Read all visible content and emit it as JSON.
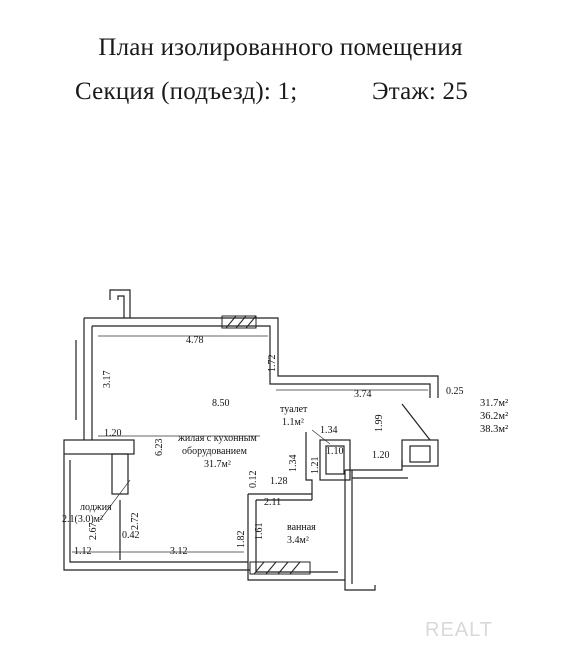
{
  "header": {
    "title": "План изолированного помещения",
    "section": "Секция (подъезд): 1;",
    "floor": "Этаж: 25"
  },
  "areas": [
    "31.7м²",
    "36.2м²",
    "38.3м²"
  ],
  "rooms": {
    "living": {
      "line1": "жилая с кухонным",
      "line2": "оборудованием",
      "area": "31.7м²"
    },
    "toilet": {
      "name": "туалет",
      "area": "1.1м²"
    },
    "bath": {
      "name": "ванная",
      "area": "3.4м²"
    },
    "loggia": {
      "name": "лоджия",
      "area": "2.1(3.0)м²"
    }
  },
  "dims": {
    "d478": "4.78",
    "d172": "1.72",
    "d374": "3.74",
    "d025": "0.25",
    "d317": "3.17",
    "d850": "8.50",
    "d120a": "1.20",
    "d623": "6.23",
    "d134a": "1.34",
    "d199": "1.99",
    "d110": "1.10",
    "d120b": "1.20",
    "d134b": "1.34",
    "d121": "1.21",
    "d012": "0.12",
    "d128": "1.28",
    "d211": "2.11",
    "d161": "1.61",
    "d182": "1.82",
    "d267": "2.67",
    "d272": "2.72",
    "d042": "0.42",
    "d112": "1.12",
    "d312": "3.12"
  },
  "watermark": "REALT"
}
